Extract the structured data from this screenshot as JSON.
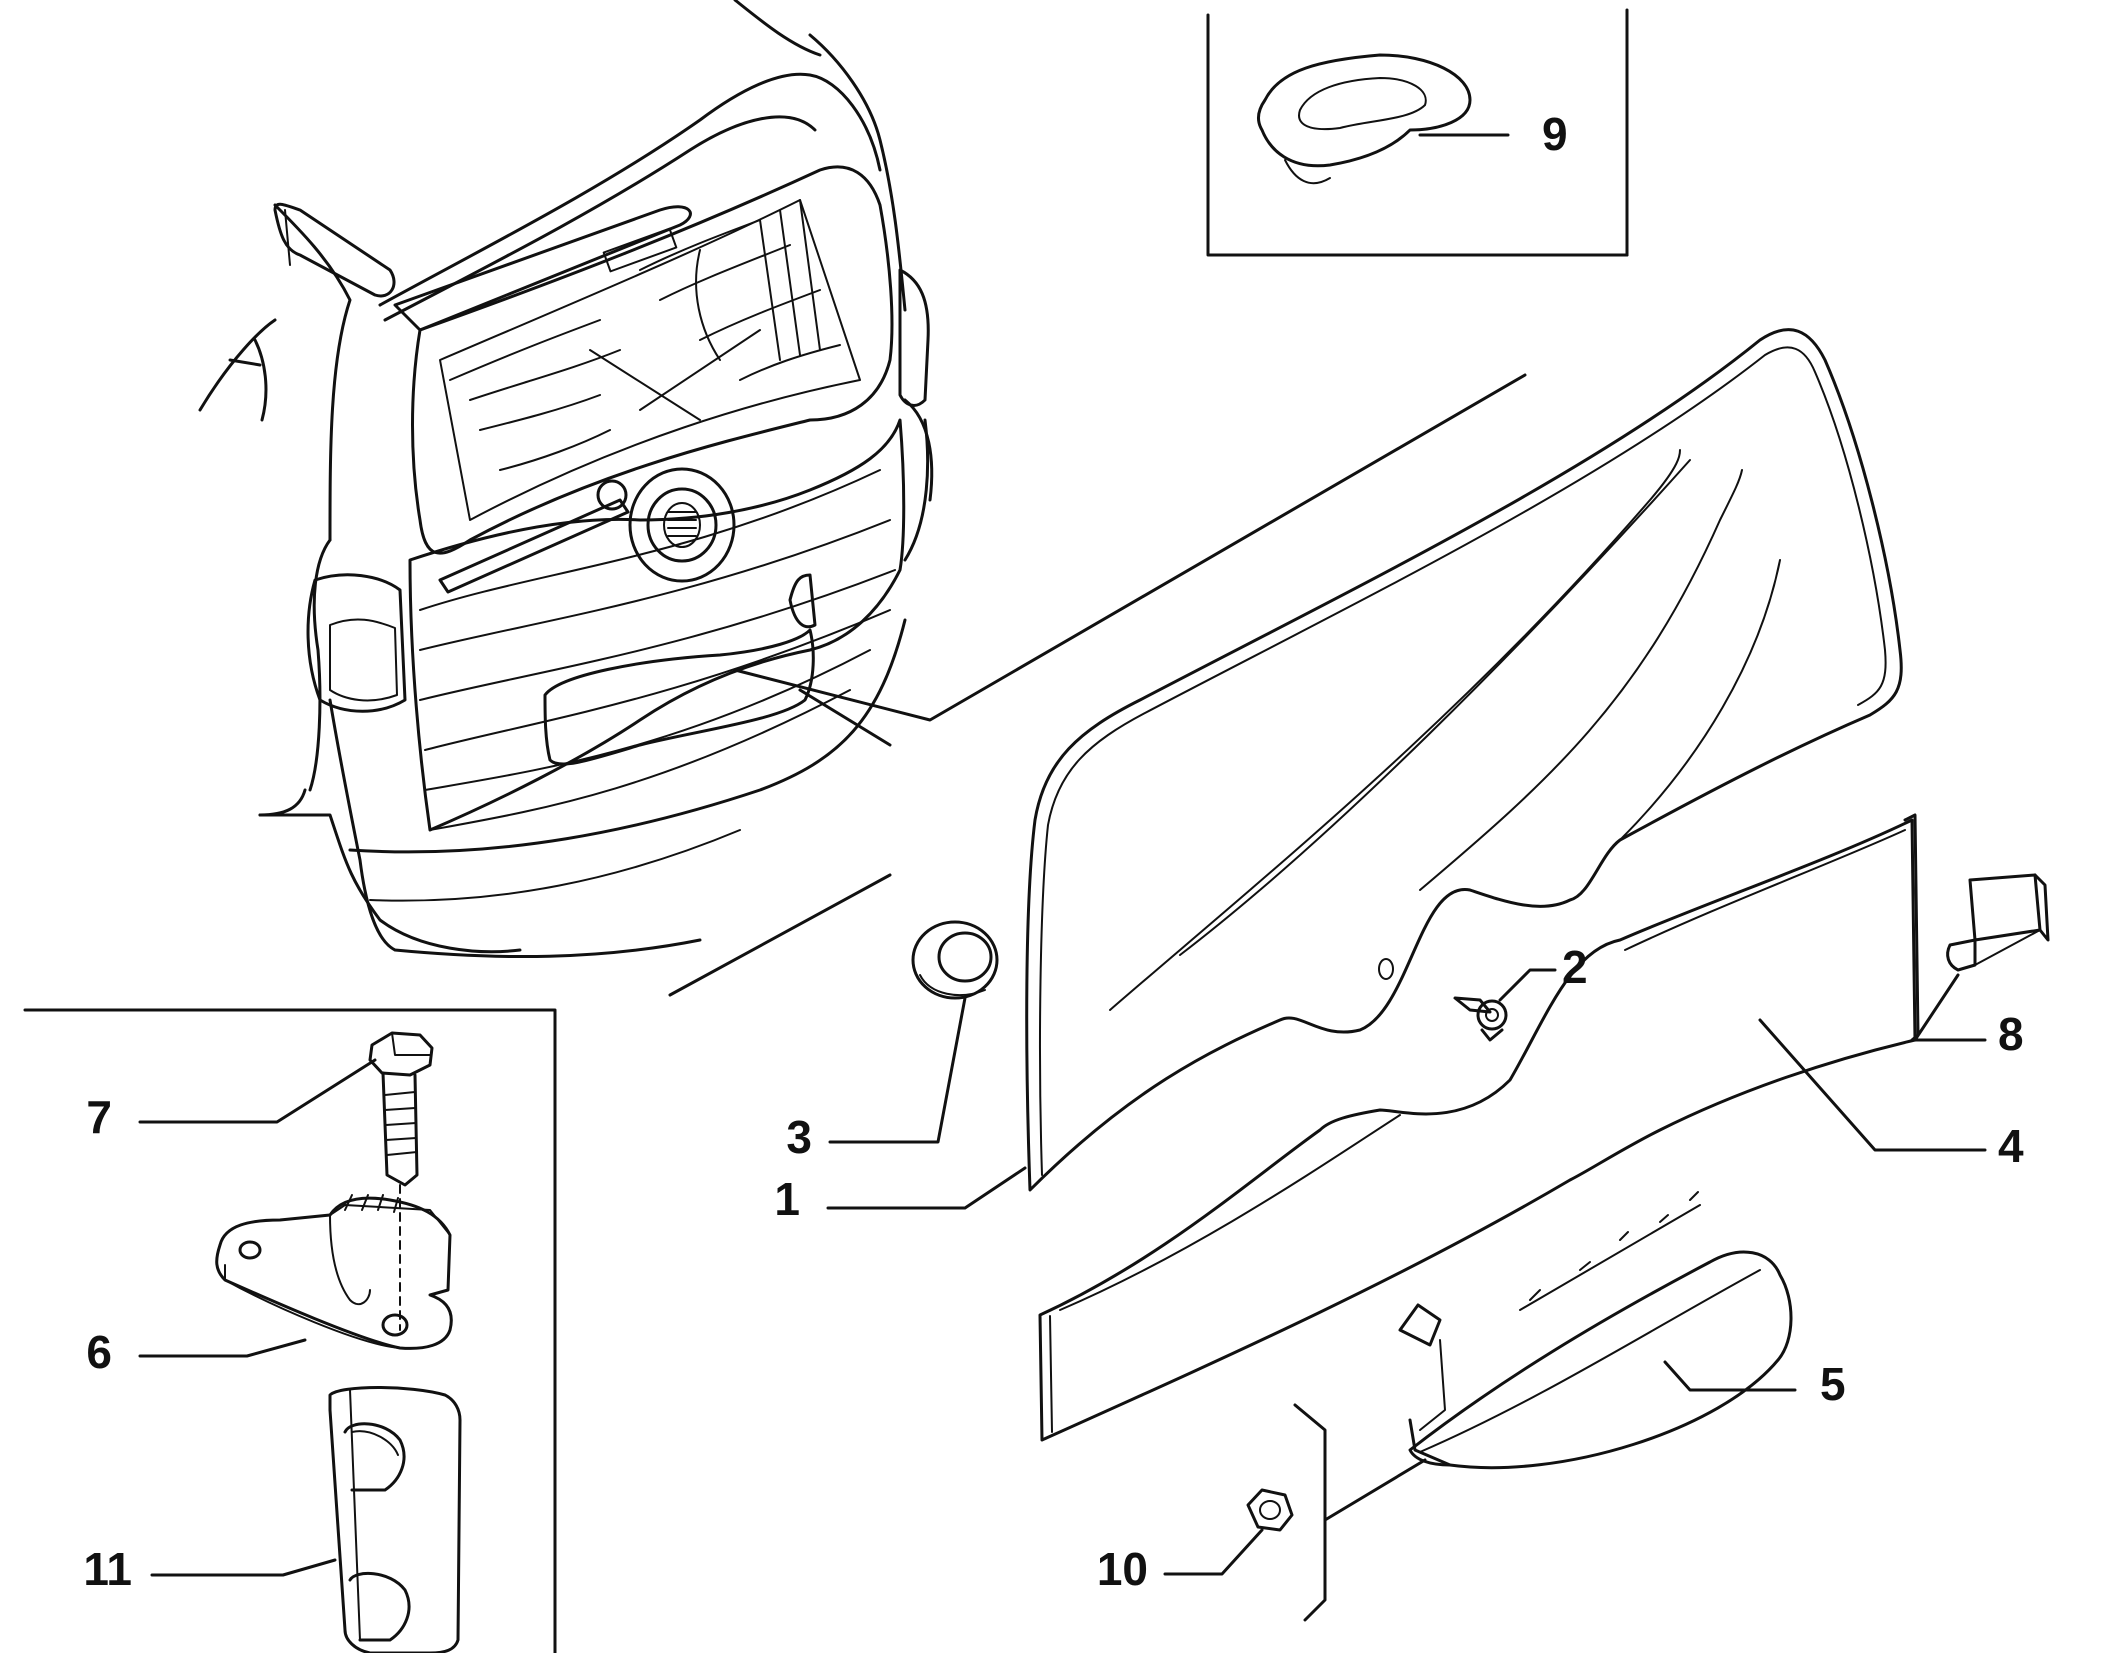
{
  "diagram": {
    "type": "exploded-parts-diagram",
    "line_color": "#111111",
    "background": "#ffffff",
    "parts": [
      {
        "id": "1",
        "label": "1",
        "name": "rear-window-glass"
      },
      {
        "id": "2",
        "label": "2",
        "name": "clip"
      },
      {
        "id": "3",
        "label": "3",
        "name": "grommet"
      },
      {
        "id": "4",
        "label": "4",
        "name": "trim-panel"
      },
      {
        "id": "5",
        "label": "5",
        "name": "handle-light-bar"
      },
      {
        "id": "6",
        "label": "6",
        "name": "bracket"
      },
      {
        "id": "7",
        "label": "7",
        "name": "bolt"
      },
      {
        "id": "8",
        "label": "8",
        "name": "end-clip"
      },
      {
        "id": "9",
        "label": "9",
        "name": "seal-cap"
      },
      {
        "id": "10",
        "label": "10",
        "name": "nut"
      },
      {
        "id": "11",
        "label": "11",
        "name": "bump-stop"
      }
    ]
  }
}
